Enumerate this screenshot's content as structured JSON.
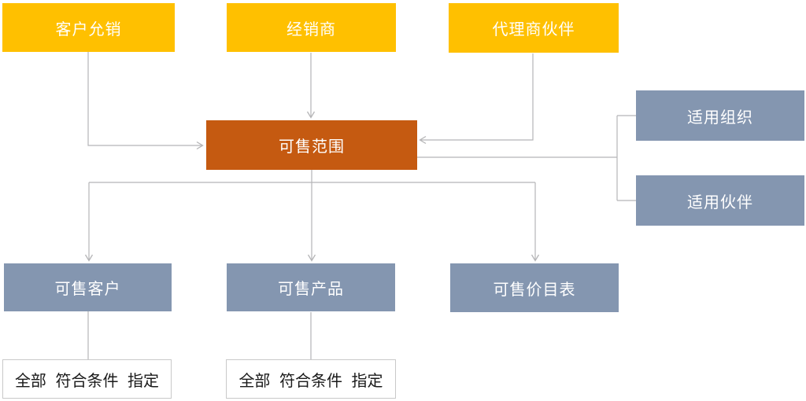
{
  "nodes": {
    "top": [
      {
        "label": "客户允销"
      },
      {
        "label": "经销商"
      },
      {
        "label": "代理商伙伴"
      }
    ],
    "center": {
      "label": "可售范围"
    },
    "right": [
      {
        "label": "适用组织"
      },
      {
        "label": "适用伙伴"
      }
    ],
    "bottom": [
      {
        "label": "可售客户"
      },
      {
        "label": "可售产品"
      },
      {
        "label": "可售价目表"
      }
    ],
    "notes": [
      {
        "label": "全部 符合条件 指定"
      },
      {
        "label": "全部 符合条件 指定"
      }
    ]
  },
  "colors": {
    "top_fill": "#FFC000",
    "center_fill": "#C55A11",
    "side_fill": "#8496B0",
    "node_text": "#FFFFFF",
    "connector": "#B5B5B7",
    "note_border": "#C9C9C9",
    "note_text": "#1A1A1A"
  }
}
